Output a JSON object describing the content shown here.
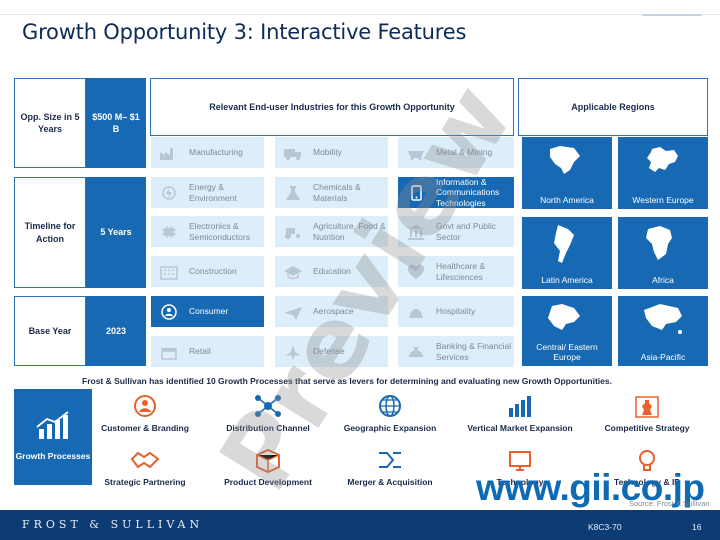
{
  "title": "Growth Opportunity 3: Interactive Features",
  "left_panel": [
    {
      "label": "Opp. Size in 5 Years",
      "value": "$500 M– $1 B"
    },
    {
      "label": "Timeline for Action",
      "value": "5 Years"
    },
    {
      "label": "Base Year",
      "value": "2023"
    }
  ],
  "industries_header": "Relevant End-user Industries for this Growth Opportunity",
  "regions_header": "Applicable Regions",
  "industries": [
    {
      "label": "Manufacturing",
      "icon": "factory-icon",
      "active": false
    },
    {
      "label": "Mobility",
      "icon": "truck-icon",
      "active": false
    },
    {
      "label": "Metal & Mining",
      "icon": "mining-cart-icon",
      "active": false
    },
    {
      "label": "Energy & Environment",
      "icon": "energy-icon",
      "active": false
    },
    {
      "label": "Chemicals & Materials",
      "icon": "flask-icon",
      "active": false
    },
    {
      "label": "Information & Communications Technologies",
      "icon": "phone-icon",
      "active": true
    },
    {
      "label": "Electronics & Semiconductors",
      "icon": "chip-icon",
      "active": false
    },
    {
      "label": "Agriculture, Food & Nutrition",
      "icon": "tractor-icon",
      "active": false
    },
    {
      "label": "Govt and Public Sector",
      "icon": "government-icon",
      "active": false
    },
    {
      "label": "Construction",
      "icon": "building-icon",
      "active": false
    },
    {
      "label": "Education",
      "icon": "education-icon",
      "active": false
    },
    {
      "label": "Healthcare & Lifesciences",
      "icon": "health-icon",
      "active": false
    },
    {
      "label": "Consumer",
      "icon": "consumer-icon",
      "active": true
    },
    {
      "label": "Aerospace",
      "icon": "plane-icon",
      "active": false
    },
    {
      "label": "Hospitality",
      "icon": "hospitality-icon",
      "active": false
    },
    {
      "label": "Retail",
      "icon": "store-icon",
      "active": false
    },
    {
      "label": "Defense",
      "icon": "jet-icon",
      "active": false
    },
    {
      "label": "Banking & Financial Services",
      "icon": "money-bag-icon",
      "active": false
    }
  ],
  "regions": [
    {
      "label": "North America",
      "icon": "north-america-map-icon"
    },
    {
      "label": "Western Europe",
      "icon": "western-europe-map-icon"
    },
    {
      "label": "Latin America",
      "icon": "latin-america-map-icon"
    },
    {
      "label": "Africa",
      "icon": "africa-map-icon"
    },
    {
      "label": "Central/ Eastern Europe",
      "icon": "eastern-europe-map-icon"
    },
    {
      "label": "Asia-Pacific",
      "icon": "asia-pacific-map-icon"
    }
  ],
  "growth_note": "Frost & Sullivan has identified 10 Growth Processes that serve as levers for determining and evaluating new Growth Opportunities.",
  "growth_side": {
    "label": "Growth Processes",
    "icon": "growth-chart-icon"
  },
  "growth_processes": [
    {
      "label": "Customer & Branding",
      "icon": "customer-icon"
    },
    {
      "label": "Distribution Channel",
      "icon": "network-icon"
    },
    {
      "label": "Geographic Expansion",
      "icon": "globe-icon"
    },
    {
      "label": "Vertical Market Expansion",
      "icon": "bar-chart-icon"
    },
    {
      "label": "Competitive Strategy",
      "icon": "chess-icon"
    },
    {
      "label": "Strategic Partnering",
      "icon": "handshake-icon"
    },
    {
      "label": "Product Development",
      "icon": "box-icon"
    },
    {
      "label": "Merger & Acquisition",
      "icon": "merge-icon"
    },
    {
      "label": "Technology",
      "icon": "technology-icon"
    },
    {
      "label": "Technology & IP",
      "icon": "ip-icon"
    }
  ],
  "footer": {
    "brand": "FROST & SULLIVAN",
    "code": "K8C3-70",
    "page": "16"
  },
  "watermarks": {
    "preview": "Preview",
    "url": "www.gii.co.jp",
    "source": "Source: Frost & Sullivan"
  },
  "colors": {
    "primary_blue": "#1869b3",
    "light_blue": "#dceefa",
    "navy": "#0d3c75",
    "orange": "#e8612c"
  }
}
